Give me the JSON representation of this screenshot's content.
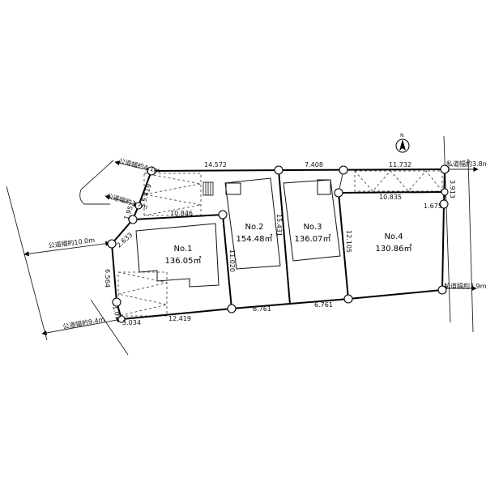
{
  "lots": [
    {
      "no": "No.1",
      "area": "136.05㎡"
    },
    {
      "no": "No.2",
      "area": "154.48㎡"
    },
    {
      "no": "No.3",
      "area": "136.07㎡"
    },
    {
      "no": "No.4",
      "area": "130.86㎡"
    }
  ],
  "dimensions": {
    "top_1": "14.572",
    "top_2": "7.408",
    "top_3": "11.732",
    "inner_4": "10.835",
    "right_a": "3.913",
    "right_b": "1.675",
    "div_4": "12.105",
    "div_3": "15.431",
    "div_2": "11.020",
    "lot1_top": "10.846",
    "bottom_1": "12.419",
    "bottom_2": "6.761",
    "bottom_3": "6.761",
    "left_main": "6.564",
    "left_s1": "2.633",
    "left_s2": "1.95",
    "left_s3": "1.01",
    "left_s4": "3.034",
    "upper_s": "5.419"
  },
  "roads": [
    {
      "label": "公道幅約4.1m"
    },
    {
      "label": "公道幅約3.7m"
    },
    {
      "label": "公道幅約10.0m"
    },
    {
      "label": "公道幅約9.4m"
    },
    {
      "label": "私道幅約3.8m"
    },
    {
      "label": "私道幅約3.9m"
    }
  ],
  "compass": {
    "label": "N"
  }
}
